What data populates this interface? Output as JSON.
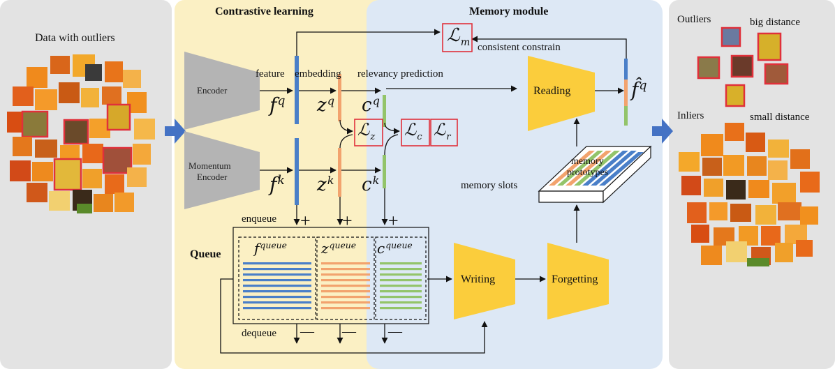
{
  "panels": {
    "input_title": "Data with outliers",
    "contrastive_title": "Contrastive learning",
    "memory_title": "Memory module",
    "outliers_title": "Outliers",
    "big_distance": "big distance",
    "inliers_title": "Inliers",
    "small_distance": "small distance"
  },
  "encoders": {
    "encoder": "Encoder",
    "momentum_line1": "Momentum",
    "momentum_line2": "Encoder"
  },
  "labels": {
    "feature": "feature",
    "embedding": "embedding",
    "relevancy_prediction": "relevancy prediction",
    "consistent_constrain": "consistent constrain",
    "enqueue": "enqueue",
    "dequeue": "dequeue",
    "queue": "Queue",
    "memory_slots": "memory slots",
    "memory_prototypes_line1": "memory",
    "memory_prototypes_line2": "prototypes",
    "reading": "Reading",
    "writing": "Writing",
    "forgetting": "Forgetting",
    "plus": "+",
    "minus": "—"
  },
  "math": {
    "f": "f",
    "z": "z",
    "c": "c",
    "q": "q",
    "k": "k",
    "queue": "queue",
    "fhat": "f̂",
    "L": "ℒ",
    "m": "m",
    "zsub": "z",
    "csub": "c",
    "r": "r"
  },
  "colors": {
    "gray_panel": "#e3e3e3",
    "yellow_panel": "#fbf0c4",
    "blue_panel": "#dde8f5",
    "encoder_gray": "#b4b4b4",
    "gold": "#fbcd3c",
    "feature_blue": "#4a7fc8",
    "embedding_orange": "#f2a36e",
    "prediction_green": "#93c46a",
    "loss_red": "#e0303a",
    "arrow_blue": "#4472c4"
  },
  "icons": [
    "arrow-right-icon",
    "image-thumbnail-icon"
  ]
}
